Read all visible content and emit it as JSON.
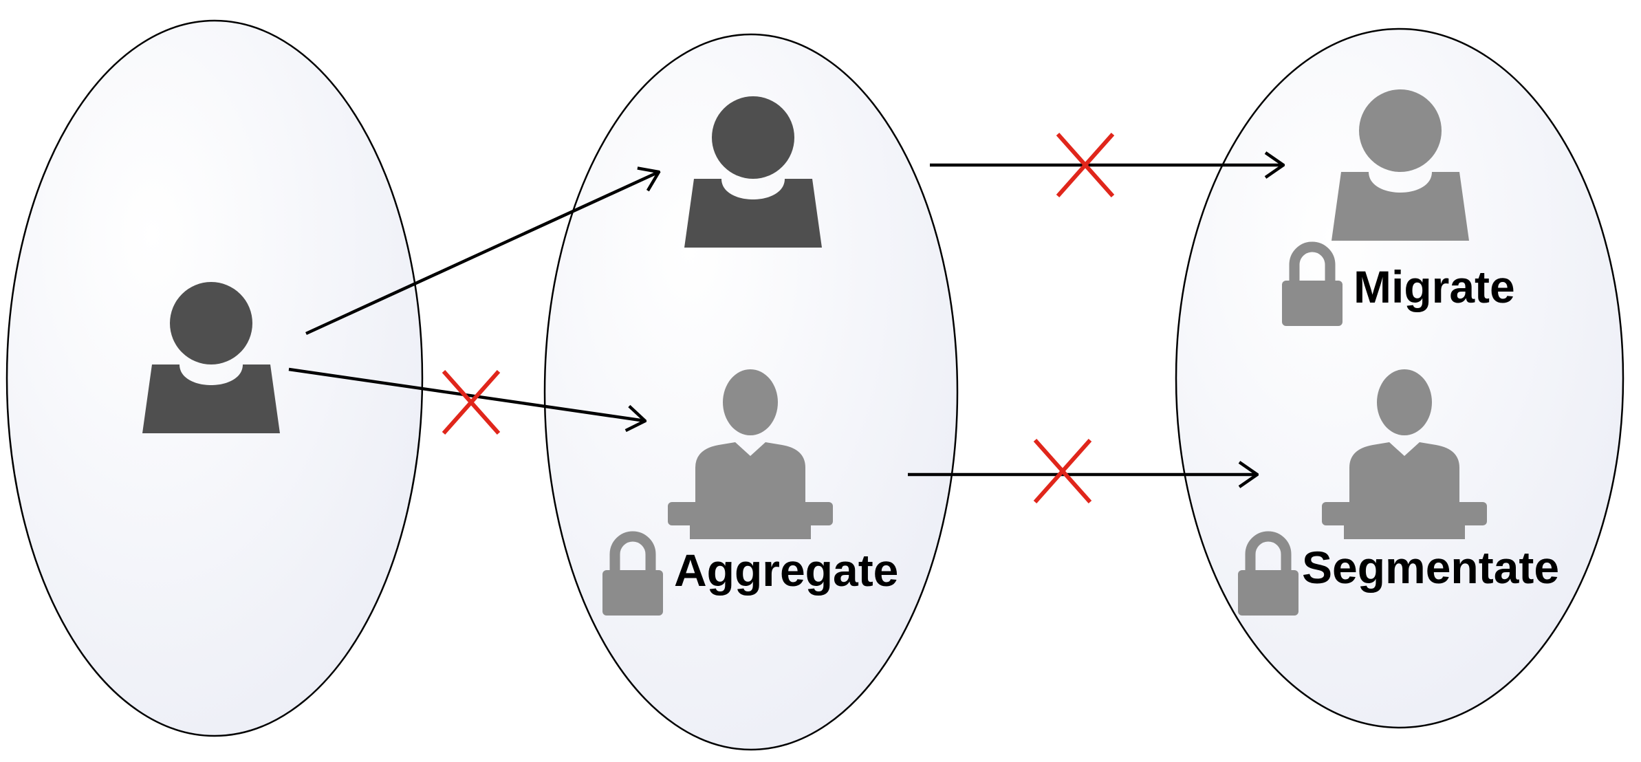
{
  "labels": {
    "aggregate": "Aggregate",
    "migrate": "Migrate",
    "segmentate": "Segmentate"
  },
  "icons": {
    "person_dark": "user-icon",
    "person_light": "user-icon",
    "presenter": "presenter-icon",
    "lock": "lock-icon",
    "blocked": "cross-icon"
  },
  "colors": {
    "dark_person": "#4f4f4f",
    "light_person": "#8c8c8c",
    "blocked_mark": "#e0261b",
    "arrow": "#000000",
    "ellipse_fill_edge": "#eceef6"
  }
}
